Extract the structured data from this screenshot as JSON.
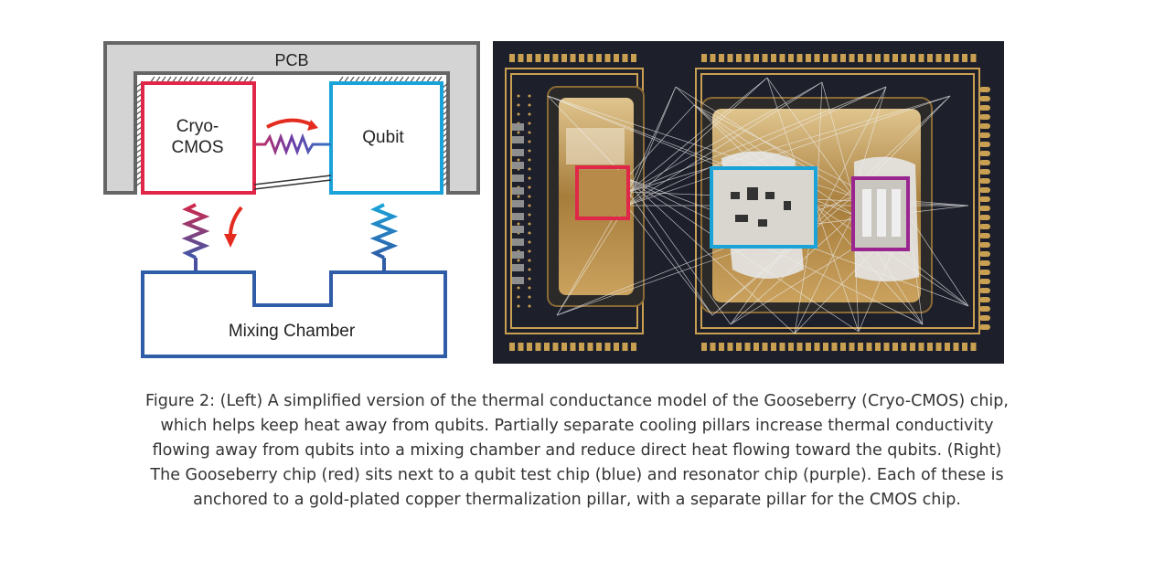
{
  "diagram": {
    "pcb_label": "PCB",
    "cryo_label_line1": "Cryo-",
    "cryo_label_line2": "CMOS",
    "qubit_label": "Qubit",
    "chamber_label": "Mixing Chamber",
    "colors": {
      "cryo": "#e0274a",
      "qubit": "#1aa3d9",
      "chamber": "#2f5da8",
      "pcb_fill": "#d3d3d3",
      "pcb_border": "#666666",
      "arrow": "#e32b1f"
    }
  },
  "photo": {
    "colors": {
      "cryo_box": "#e0274a",
      "qubit_box": "#1aa3d9",
      "resonator_box": "#9b2590",
      "gold": "#c9a052",
      "substrate": "#1d1f2b"
    }
  },
  "caption": {
    "lines": [
      "Figure 2: (Left) A simplified version of the thermal conductance model of the Gooseberry (Cryo-CMOS) chip,",
      "which helps keep heat away from qubits. Partially separate cooling pillars increase thermal conductivity",
      "flowing away from qubits into a mixing chamber and reduce direct heat flowing toward the qubits. (Right)",
      "The Gooseberry chip (red) sits next to a qubit test chip (blue) and resonator chip (purple). Each of these is",
      "anchored to a gold-plated copper thermalization pillar, with a separate pillar for the CMOS chip."
    ]
  }
}
